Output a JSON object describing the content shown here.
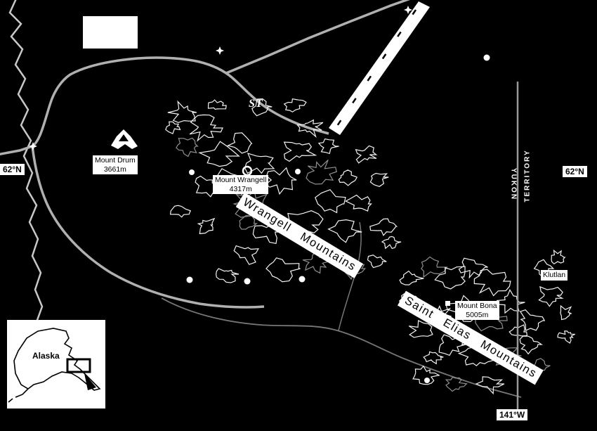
{
  "colors": {
    "background": "#000000",
    "features": "#ffffff",
    "roads": "#b0b0b0",
    "rivers": "#777777",
    "border_line": "#9a9a9a"
  },
  "graticule": {
    "lat_left": "62°N",
    "lat_right": "62°N",
    "lon": "141°W"
  },
  "regions": {
    "wrangell": "Wrangell Mountains",
    "saint_elias": "Saint Elias Mountains",
    "yukon": "YUKON",
    "territory": "TERRITORY"
  },
  "peaks": [
    {
      "name": "Mount Drum",
      "elevation": "3661m"
    },
    {
      "name": "Mount Wrangell",
      "elevation": "4317m"
    },
    {
      "name": "Mount Bona",
      "elevation": "5005m"
    }
  ],
  "glaciers": {
    "klutlan": "Klutlan"
  },
  "annotations": {
    "st": "ST"
  },
  "inset": {
    "label": "Alaska"
  }
}
